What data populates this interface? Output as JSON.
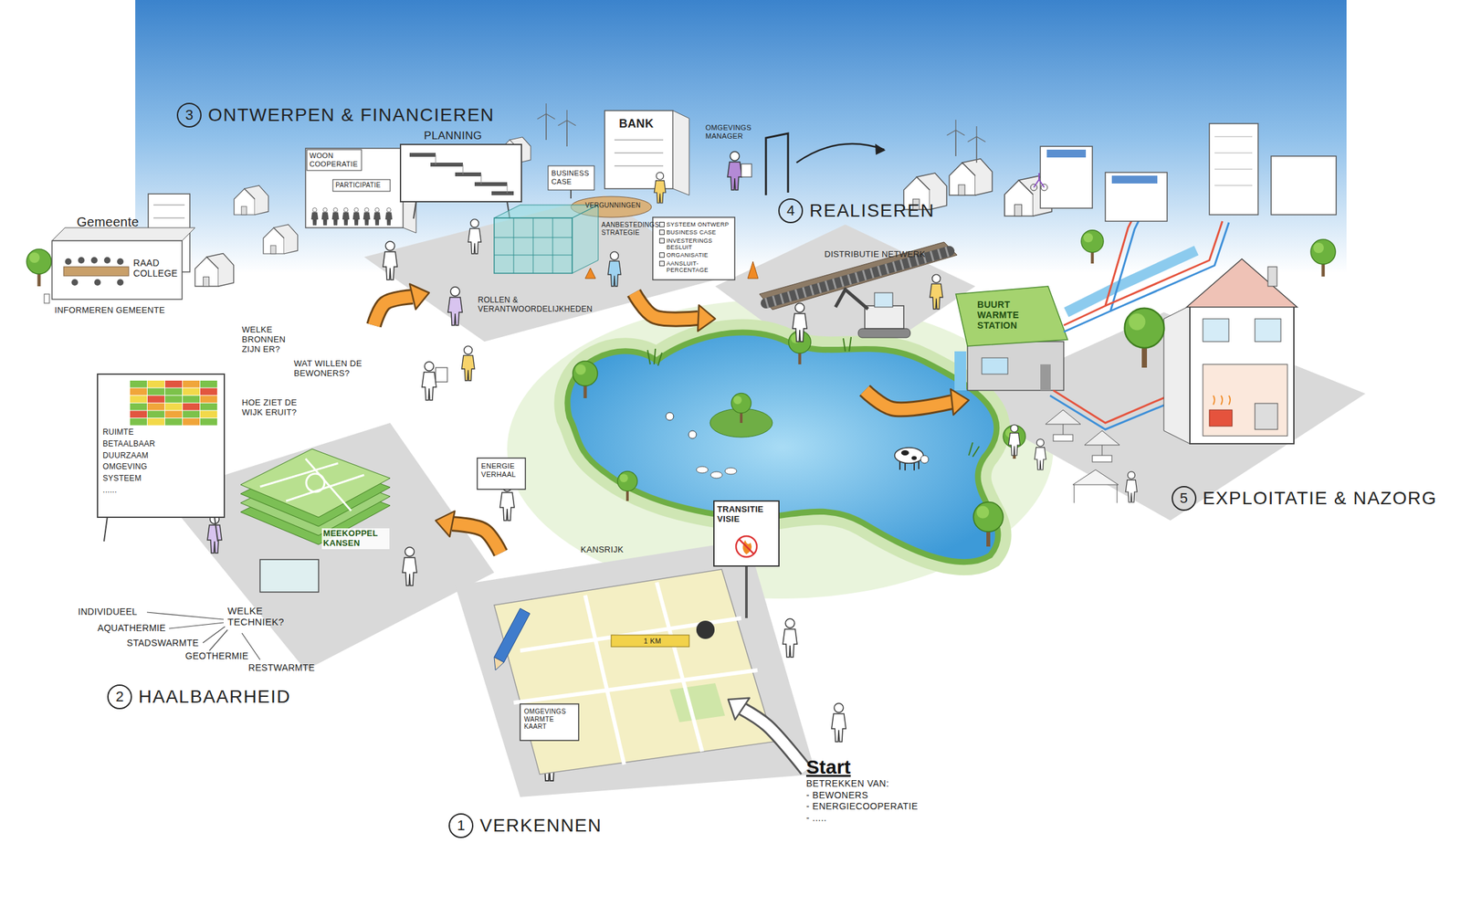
{
  "diagram": {
    "nodes": [
      {
        "text": [
          "1",
          "VERKENNEN"
        ]
      },
      {
        "text": [
          "2",
          "HAALBAARHEID"
        ]
      },
      {
        "text": [
          "3",
          "ONTWERPEN & FINANCIEREN"
        ]
      },
      {
        "text": [
          "4",
          "REALISEREN"
        ]
      },
      {
        "text": [
          "5",
          "EXPLOITATIE & NAZORG"
        ]
      },
      {
        "text": [
          "Start",
          "BETREKKEN VAN:",
          "- BEWONERS",
          "- ENERGIECOOPERATIE",
          "- ....."
        ]
      }
    ],
    "edges": [
      {
        "from": 5,
        "to": 0,
        "arrow": "to"
      },
      {
        "from": 0,
        "to": 1,
        "arrow": "to"
      },
      {
        "from": 1,
        "to": 2,
        "arrow": "to"
      },
      {
        "from": 2,
        "to": 3,
        "arrow": "to"
      },
      {
        "from": 3,
        "to": 4,
        "arrow": "to"
      }
    ],
    "labels": [
      "Gemeente",
      "RAAD COLLEGE",
      "INFORMEREN GEMEENTE",
      "WOON COOPERATIE",
      "PARTICIPATIE",
      "PLANNING",
      "BANK",
      "OMGEVINGS MANAGER",
      "BUSINESS CASE",
      "VERGUNNINGEN",
      "AANBESTEDINGS STRATEGIE",
      "ROLLEN & VERANTWOORDELIJKHEDEN",
      "SYSTEEM ONTWERP",
      "BUSINESS CASE",
      "INVESTERINGS BESLUIT",
      "ORGANISATIE",
      "AANSLUIT- PERCENTAGE",
      "DISTRIBUTIE NETWERK",
      "BUURT WARMTE STATION",
      "RUIMTE",
      "BETAALBAAR",
      "DUURZAAM",
      "OMGEVING",
      "SYSTEEM",
      "......",
      "WELKE BRONNEN ZIJN ER?",
      "WAT WILLEN DE BEWONERS?",
      "HOE ZIET DE WIJK ERUIT?",
      "MEEKOPPEL KANSEN",
      "WELKE TECHNIEK?",
      "INDIVIDUEEL",
      "AQUATHERMIE",
      "STADSWARMTE",
      "GEOTHERMIE",
      "RESTWARMTE",
      "ENERGIE VERHAAL",
      "KANSRIJK",
      "TRANSITIE VISIE",
      "OMGEVINGS WARMTE KAART",
      "1 KM"
    ]
  }
}
